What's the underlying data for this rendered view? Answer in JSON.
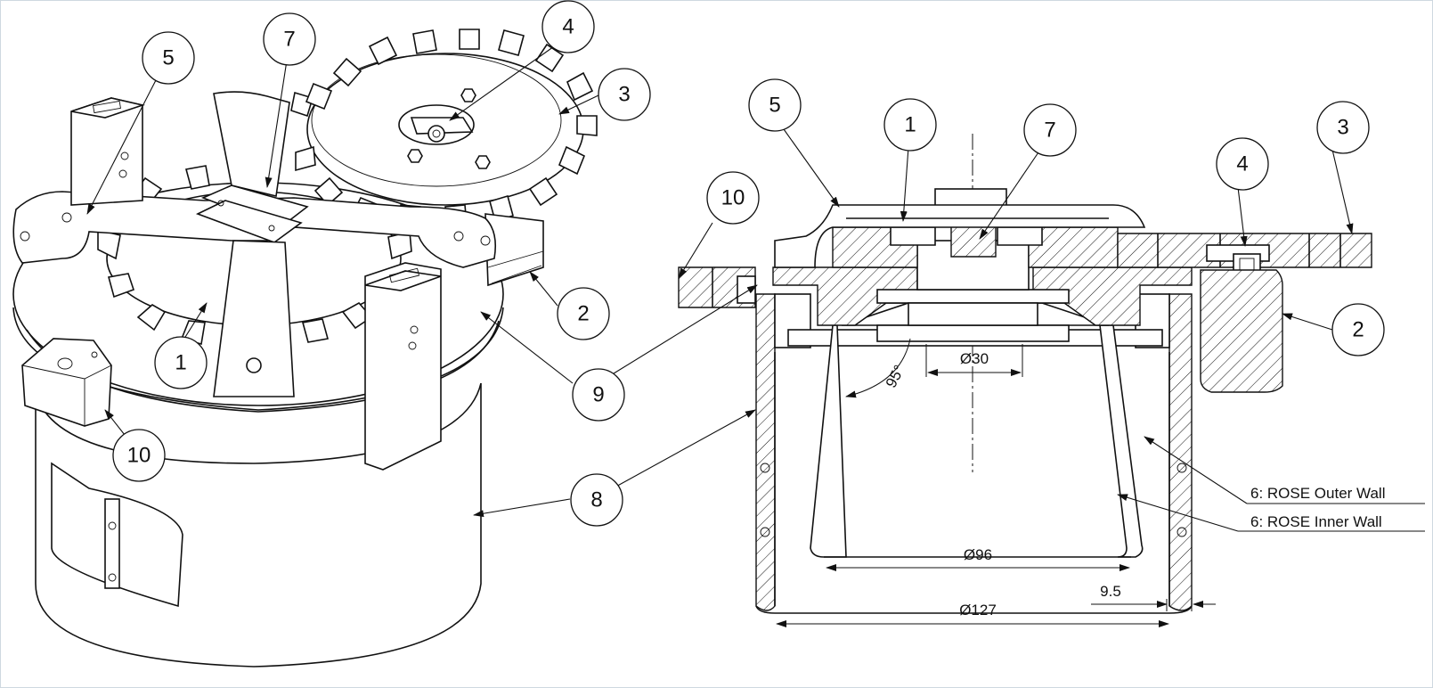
{
  "callouts": {
    "left": {
      "c1": "1",
      "c3": "3",
      "c4": "4",
      "c5": "5",
      "c7": "7",
      "c2": "2",
      "c9": "9",
      "c10": "10",
      "c8": "8"
    },
    "right": {
      "c10": "10",
      "c5": "5",
      "c1": "1",
      "c7": "7",
      "c4": "4",
      "c3": "3",
      "c2": "2"
    }
  },
  "dimensions": {
    "d30": "Ø30",
    "d96": "Ø96",
    "d127": "Ø127",
    "wall": "9.5",
    "angle": "95°"
  },
  "annotations": {
    "outer_wall": "6: ROSE Outer Wall",
    "inner_wall": "6: ROSE Inner Wall"
  }
}
